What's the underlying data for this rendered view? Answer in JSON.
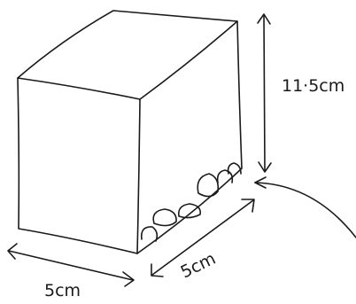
{
  "labels": {
    "height": "11·5cm",
    "front_width": "5cm",
    "depth": "5cm"
  }
}
